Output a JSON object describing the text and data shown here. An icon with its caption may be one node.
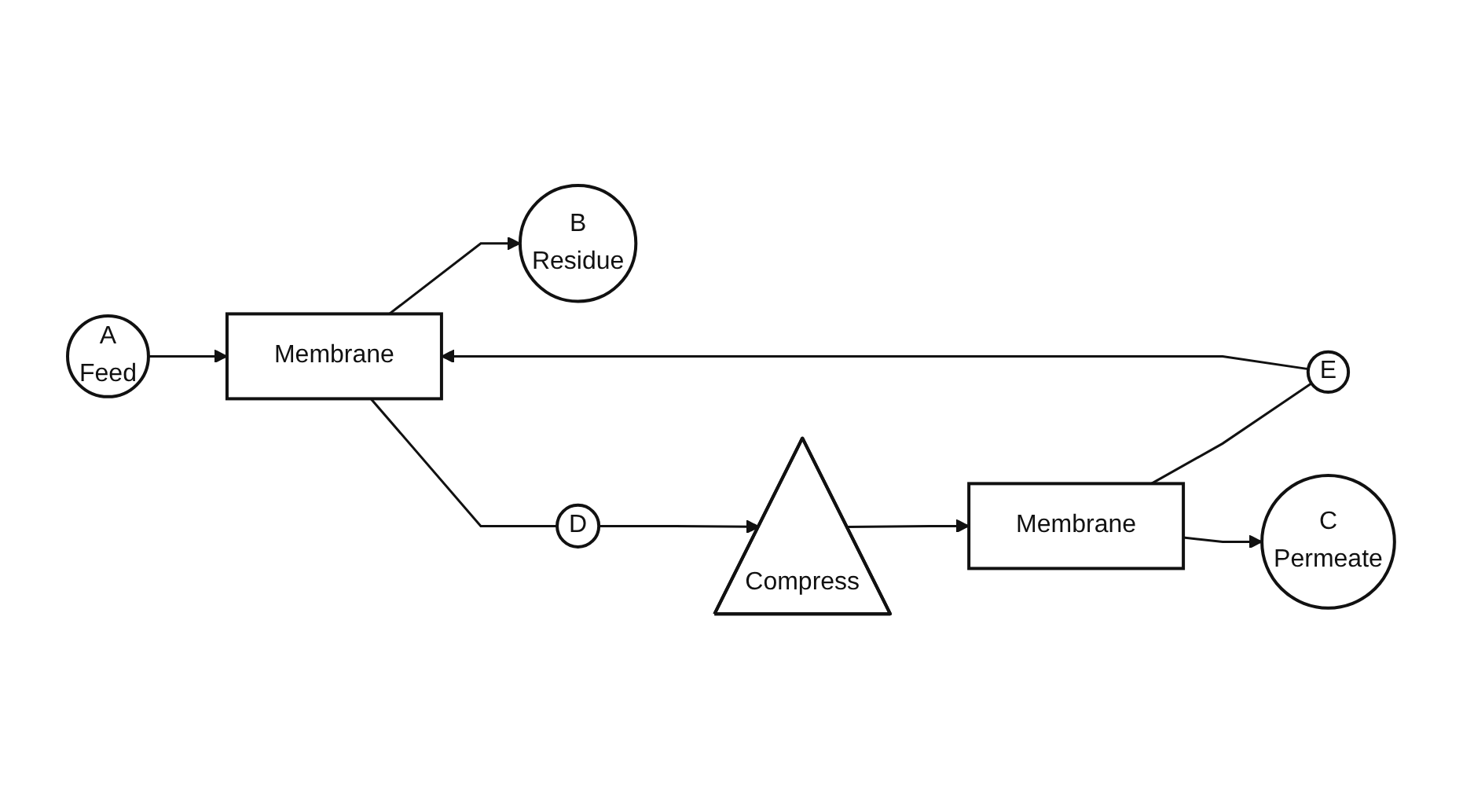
{
  "diagram": {
    "nodes": [
      {
        "text": [
          "A",
          "Feed"
        ]
      },
      {
        "text": [
          "Membrane"
        ]
      },
      {
        "text": [
          "B",
          "Residue"
        ]
      },
      {
        "text": [
          "D"
        ]
      },
      {
        "text": [
          "Compress"
        ]
      },
      {
        "text": [
          "Membrane"
        ]
      },
      {
        "text": [
          "E"
        ]
      },
      {
        "text": [
          "C",
          "Permeate"
        ]
      }
    ],
    "edges": [
      {
        "from": 0,
        "to": 1,
        "arrow": "to"
      },
      {
        "from": 1,
        "to": 2,
        "arrow": "to"
      },
      {
        "from": 1,
        "to": 3,
        "arrow": "none"
      },
      {
        "from": 3,
        "to": 4,
        "arrow": "to"
      },
      {
        "from": 4,
        "to": 5,
        "arrow": "to"
      },
      {
        "from": 5,
        "to": 6,
        "arrow": "none"
      },
      {
        "from": 6,
        "to": 1,
        "arrow": "to"
      },
      {
        "from": 5,
        "to": 7,
        "arrow": "to"
      }
    ]
  }
}
